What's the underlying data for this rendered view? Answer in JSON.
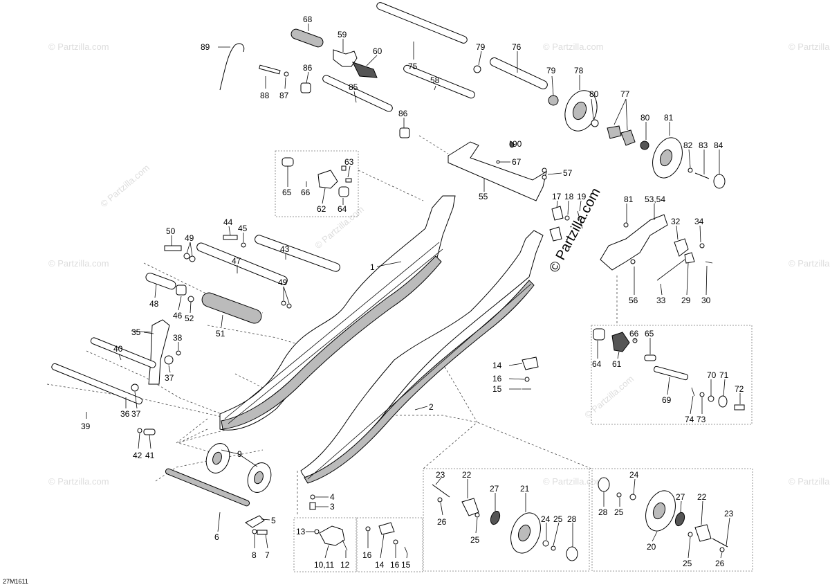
{
  "copyright": "© Partzilla.com",
  "watermark": "© Partzilla.com",
  "drawing_code": "27M1611",
  "callouts": [
    {
      "id": "c68",
      "text": "68"
    },
    {
      "id": "c59",
      "text": "59"
    },
    {
      "id": "c60",
      "text": "60"
    },
    {
      "id": "c75",
      "text": "75"
    },
    {
      "id": "c79a",
      "text": "79"
    },
    {
      "id": "c76",
      "text": "76"
    },
    {
      "id": "c79b",
      "text": "79"
    },
    {
      "id": "c78",
      "text": "78"
    },
    {
      "id": "c89",
      "text": "89"
    },
    {
      "id": "c86a",
      "text": "86"
    },
    {
      "id": "c88",
      "text": "88"
    },
    {
      "id": "c87",
      "text": "87"
    },
    {
      "id": "c85",
      "text": "85"
    },
    {
      "id": "c58",
      "text": "58"
    },
    {
      "id": "c86b",
      "text": "86"
    },
    {
      "id": "c80a",
      "text": "80"
    },
    {
      "id": "c77",
      "text": "77"
    },
    {
      "id": "c80b",
      "text": "80"
    },
    {
      "id": "c81a",
      "text": "81"
    },
    {
      "id": "c82",
      "text": "82"
    },
    {
      "id": "c83",
      "text": "83"
    },
    {
      "id": "c84",
      "text": "84"
    },
    {
      "id": "c90",
      "text": "90"
    },
    {
      "id": "c67",
      "text": "67"
    },
    {
      "id": "c57",
      "text": "57"
    },
    {
      "id": "c55",
      "text": "55"
    },
    {
      "id": "c63",
      "text": "63"
    },
    {
      "id": "c65a",
      "text": "65"
    },
    {
      "id": "c66a",
      "text": "66"
    },
    {
      "id": "c62",
      "text": "62"
    },
    {
      "id": "c64a",
      "text": "64"
    },
    {
      "id": "c17",
      "text": "17"
    },
    {
      "id": "c18",
      "text": "18"
    },
    {
      "id": "c19",
      "text": "19"
    },
    {
      "id": "c81b",
      "text": "81"
    },
    {
      "id": "c5354",
      "text": "53,54"
    },
    {
      "id": "c32",
      "text": "32"
    },
    {
      "id": "c34",
      "text": "34"
    },
    {
      "id": "c56",
      "text": "56"
    },
    {
      "id": "c33",
      "text": "33"
    },
    {
      "id": "c29",
      "text": "29"
    },
    {
      "id": "c30",
      "text": "30"
    },
    {
      "id": "c50",
      "text": "50"
    },
    {
      "id": "c49a",
      "text": "49"
    },
    {
      "id": "c44",
      "text": "44"
    },
    {
      "id": "c45",
      "text": "45"
    },
    {
      "id": "c43",
      "text": "43"
    },
    {
      "id": "c47",
      "text": "47"
    },
    {
      "id": "c1",
      "text": "1"
    },
    {
      "id": "c49b",
      "text": "49"
    },
    {
      "id": "c48",
      "text": "48"
    },
    {
      "id": "c46",
      "text": "46"
    },
    {
      "id": "c52",
      "text": "52"
    },
    {
      "id": "c51",
      "text": "51"
    },
    {
      "id": "c35",
      "text": "35"
    },
    {
      "id": "c38",
      "text": "38"
    },
    {
      "id": "c40",
      "text": "40"
    },
    {
      "id": "c37a",
      "text": "37"
    },
    {
      "id": "c36",
      "text": "36"
    },
    {
      "id": "c37b",
      "text": "37"
    },
    {
      "id": "c39",
      "text": "39"
    },
    {
      "id": "c42",
      "text": "42"
    },
    {
      "id": "c41",
      "text": "41"
    },
    {
      "id": "c9",
      "text": "9"
    },
    {
      "id": "c14a",
      "text": "14"
    },
    {
      "id": "c16a",
      "text": "16"
    },
    {
      "id": "c15a",
      "text": "15"
    },
    {
      "id": "c2",
      "text": "2"
    },
    {
      "id": "c64b",
      "text": "64"
    },
    {
      "id": "c61",
      "text": "61"
    },
    {
      "id": "c66b",
      "text": "66"
    },
    {
      "id": "c65b",
      "text": "65"
    },
    {
      "id": "c70",
      "text": "70"
    },
    {
      "id": "c71",
      "text": "71"
    },
    {
      "id": "c72",
      "text": "72"
    },
    {
      "id": "c69",
      "text": "69"
    },
    {
      "id": "c74",
      "text": "74"
    },
    {
      "id": "c73",
      "text": "73"
    },
    {
      "id": "c4",
      "text": "4"
    },
    {
      "id": "c3",
      "text": "3"
    },
    {
      "id": "c5",
      "text": "5"
    },
    {
      "id": "c6",
      "text": "6"
    },
    {
      "id": "c8",
      "text": "8"
    },
    {
      "id": "c7",
      "text": "7"
    },
    {
      "id": "c13",
      "text": "13"
    },
    {
      "id": "c1011",
      "text": "10,11"
    },
    {
      "id": "c12",
      "text": "12"
    },
    {
      "id": "c16b",
      "text": "16"
    },
    {
      "id": "c14b",
      "text": "14"
    },
    {
      "id": "c16c",
      "text": "16"
    },
    {
      "id": "c15b",
      "text": "15"
    },
    {
      "id": "c23a",
      "text": "23"
    },
    {
      "id": "c22a",
      "text": "22"
    },
    {
      "id": "c27a",
      "text": "27"
    },
    {
      "id": "c21",
      "text": "21"
    },
    {
      "id": "c26a",
      "text": "26"
    },
    {
      "id": "c25a",
      "text": "25"
    },
    {
      "id": "c24a",
      "text": "24"
    },
    {
      "id": "c25b",
      "text": "25"
    },
    {
      "id": "c28a",
      "text": "28"
    },
    {
      "id": "c24b",
      "text": "24"
    },
    {
      "id": "c28b",
      "text": "28"
    },
    {
      "id": "c25c",
      "text": "25"
    },
    {
      "id": "c27b",
      "text": "27"
    },
    {
      "id": "c22b",
      "text": "22"
    },
    {
      "id": "c23b",
      "text": "23"
    },
    {
      "id": "c20",
      "text": "20"
    },
    {
      "id": "c25d",
      "text": "25"
    },
    {
      "id": "c26b",
      "text": "26"
    }
  ]
}
